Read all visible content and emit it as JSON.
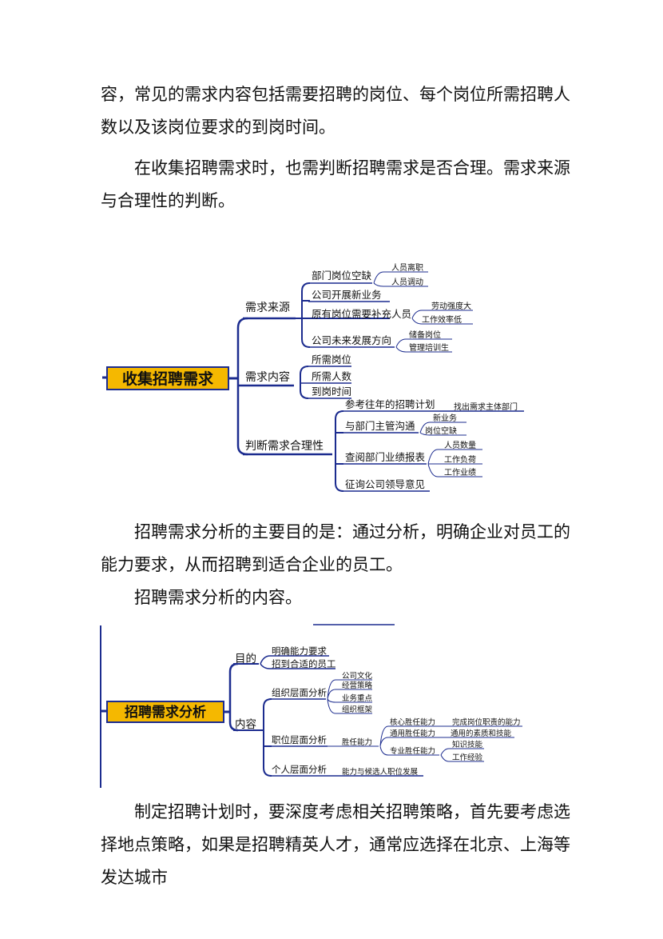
{
  "paragraphs": {
    "p1": "容，常见的需求内容包括需要招聘的岗位、每个岗位所需招聘人数以及该岗位要求的到岗时间。",
    "p2": "在收集招聘需求时，也需判断招聘需求是否合理。需求来源与合理性的判断。",
    "p3": "招聘需求分析的主要目的是：通过分析，明确企业对员工的能力要求，从而招聘到适合企业的员工。",
    "p4": "招聘需求分析的内容。",
    "p5": "制定招聘计划时，要深度考虑相关招聘策略，首先要考虑选择地点策略，如果是招聘精英人才，通常应选择在北京、上海等发达城市"
  },
  "diagram1": {
    "root": "收集招聘需求",
    "b1": "需求来源",
    "b1_1": "部门岗位空缺",
    "b1_1_a": "人员离职",
    "b1_1_b": "人员调动",
    "b1_2": "公司开展新业务",
    "b1_3": "原有岗位需要补充人员",
    "b1_3_a": "劳动强度大",
    "b1_3_b": "工作效率低",
    "b1_4": "公司未来发展方向",
    "b1_4_a": "储备岗位",
    "b1_4_b": "管理培训生",
    "b2": "需求内容",
    "b2_1": "所需岗位",
    "b2_2": "所需人数",
    "b2_3": "到岗时间",
    "b3": "判断需求合理性",
    "b3_1": "参考往年的招聘计划",
    "b3_1_a": "找出需求主体部门",
    "b3_2": "与部门主管沟通",
    "b3_2_a": "新业务",
    "b3_2_b": "岗位空缺",
    "b3_3": "查阅部门业绩报表",
    "b3_3_a": "人员数量",
    "b3_3_b": "工作负荷",
    "b3_3_c": "工作业绩",
    "b3_4": "征询公司领导意见"
  },
  "diagram2": {
    "root": "招聘需求分析",
    "b1": "目的",
    "b1_a": "明确能力要求",
    "b1_b": "招到合适的员工",
    "b2": "内容",
    "b2_1": "组织层面分析",
    "b2_1_a": "公司文化",
    "b2_1_b": "经营策略",
    "b2_1_c": "业务重点",
    "b2_1_d": "组织框架",
    "b2_2": "职位层面分析",
    "b2_2_a": "胜任能力",
    "b2_2_a1": "核心胜任能力",
    "b2_2_a1x": "完成岗位职责的能力",
    "b2_2_a2": "通用胜任能力",
    "b2_2_a2x": "通用的素质和技能",
    "b2_2_a3": "专业胜任能力",
    "b2_2_a3x": "知识技能",
    "b2_2_a3y": "工作经验",
    "b2_3": "个人层面分析",
    "b2_3_a": "能力与候选人职位发展"
  },
  "colors": {
    "line": "#1c2c8f",
    "root_fill": "#f5b800",
    "text": "#111111"
  }
}
